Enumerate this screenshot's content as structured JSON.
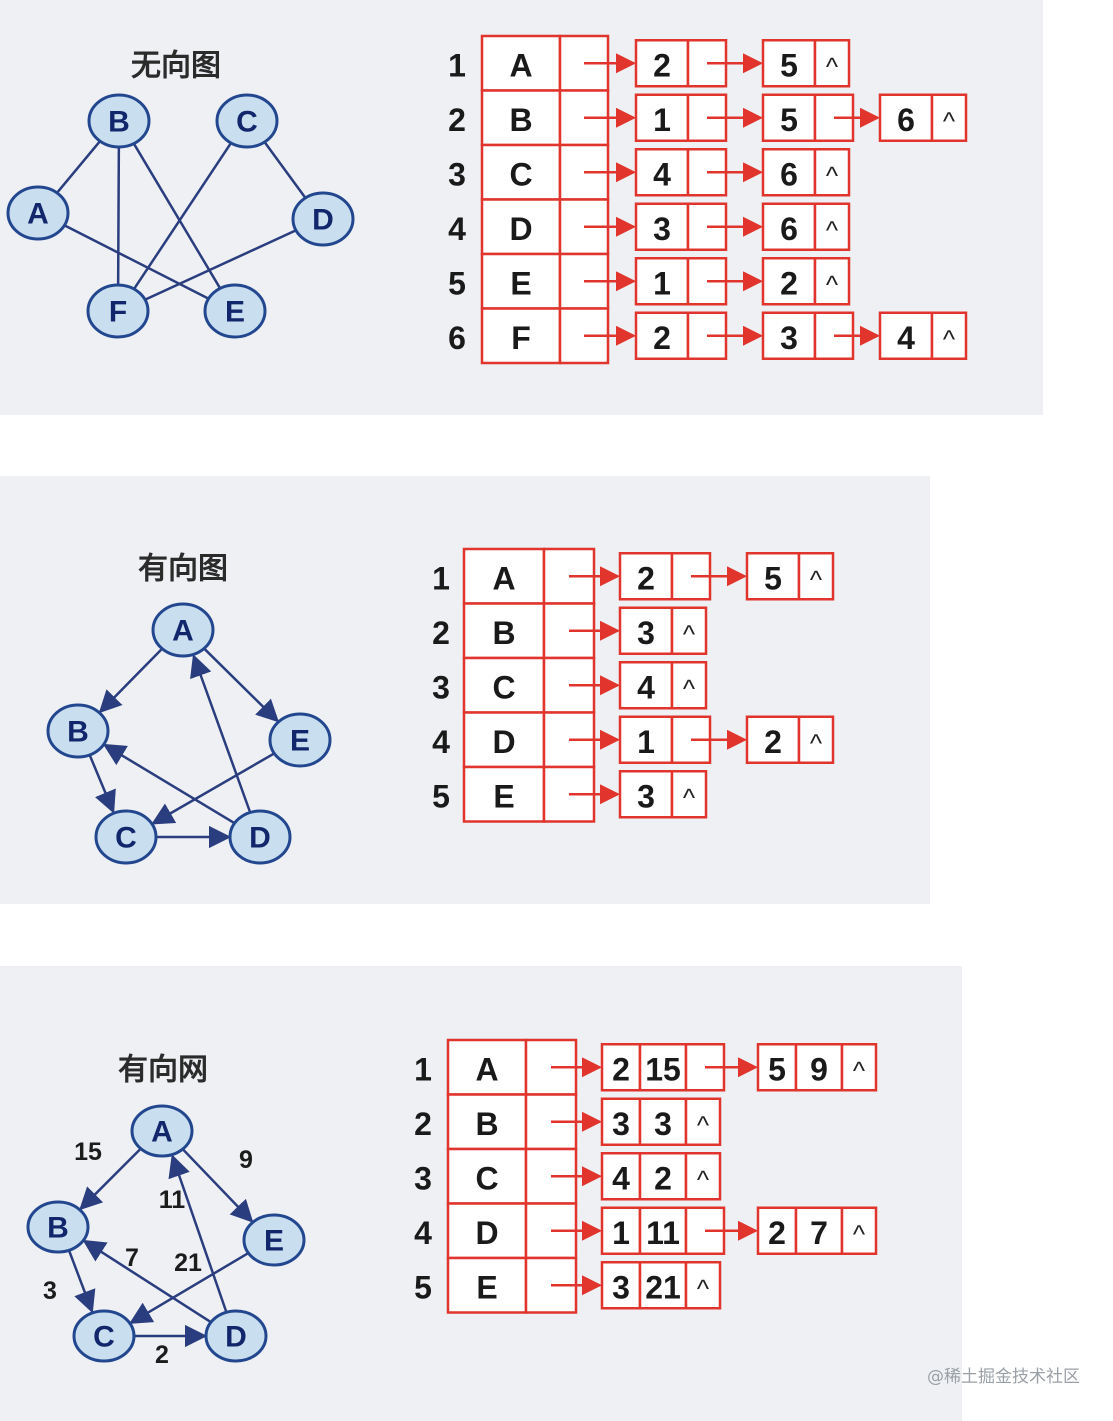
{
  "panels": [
    {
      "title": "无向图",
      "directed": false,
      "nodes": [
        "A",
        "B",
        "C",
        "D",
        "E",
        "F"
      ],
      "edges": [
        [
          "A",
          "B"
        ],
        [
          "A",
          "E"
        ],
        [
          "B",
          "F"
        ],
        [
          "B",
          "E"
        ],
        [
          "C",
          "F"
        ],
        [
          "C",
          "D"
        ],
        [
          "D",
          "F"
        ]
      ],
      "table": [
        {
          "index": "1",
          "vertex": "A",
          "adj": [
            {
              "v": "2"
            },
            {
              "v": "5"
            }
          ]
        },
        {
          "index": "2",
          "vertex": "B",
          "adj": [
            {
              "v": "1"
            },
            {
              "v": "5"
            },
            {
              "v": "6"
            }
          ]
        },
        {
          "index": "3",
          "vertex": "C",
          "adj": [
            {
              "v": "4"
            },
            {
              "v": "6"
            }
          ]
        },
        {
          "index": "4",
          "vertex": "D",
          "adj": [
            {
              "v": "3"
            },
            {
              "v": "6"
            }
          ]
        },
        {
          "index": "5",
          "vertex": "E",
          "adj": [
            {
              "v": "1"
            },
            {
              "v": "2"
            }
          ]
        },
        {
          "index": "6",
          "vertex": "F",
          "adj": [
            {
              "v": "2"
            },
            {
              "v": "3"
            },
            {
              "v": "4"
            }
          ]
        }
      ]
    },
    {
      "title": "有向图",
      "directed": true,
      "nodes": [
        "A",
        "B",
        "C",
        "D",
        "E"
      ],
      "edges": [
        [
          "A",
          "B"
        ],
        [
          "A",
          "E"
        ],
        [
          "B",
          "C"
        ],
        [
          "C",
          "D"
        ],
        [
          "D",
          "A"
        ],
        [
          "D",
          "B"
        ],
        [
          "E",
          "C"
        ]
      ],
      "table": [
        {
          "index": "1",
          "vertex": "A",
          "adj": [
            {
              "v": "2"
            },
            {
              "v": "5"
            }
          ]
        },
        {
          "index": "2",
          "vertex": "B",
          "adj": [
            {
              "v": "3"
            }
          ]
        },
        {
          "index": "3",
          "vertex": "C",
          "adj": [
            {
              "v": "4"
            }
          ]
        },
        {
          "index": "4",
          "vertex": "D",
          "adj": [
            {
              "v": "1"
            },
            {
              "v": "2"
            }
          ]
        },
        {
          "index": "5",
          "vertex": "E",
          "adj": [
            {
              "v": "3"
            }
          ]
        }
      ]
    },
    {
      "title": "有向网",
      "directed": true,
      "nodes": [
        "A",
        "B",
        "C",
        "D",
        "E"
      ],
      "edges": [
        [
          "A",
          "B",
          "15"
        ],
        [
          "A",
          "E",
          "9"
        ],
        [
          "B",
          "C",
          "3"
        ],
        [
          "C",
          "D",
          "2"
        ],
        [
          "D",
          "A",
          "11"
        ],
        [
          "D",
          "B",
          "7"
        ],
        [
          "E",
          "C",
          "21"
        ]
      ],
      "table": [
        {
          "index": "1",
          "vertex": "A",
          "adj": [
            {
              "v": "2",
              "w": "15"
            },
            {
              "v": "5",
              "w": "9"
            }
          ]
        },
        {
          "index": "2",
          "vertex": "B",
          "adj": [
            {
              "v": "3",
              "w": "3"
            }
          ]
        },
        {
          "index": "3",
          "vertex": "C",
          "adj": [
            {
              "v": "4",
              "w": "2"
            }
          ]
        },
        {
          "index": "4",
          "vertex": "D",
          "adj": [
            {
              "v": "1",
              "w": "11"
            },
            {
              "v": "2",
              "w": "7"
            }
          ]
        },
        {
          "index": "5",
          "vertex": "E",
          "adj": [
            {
              "v": "3",
              "w": "21"
            }
          ]
        }
      ]
    }
  ],
  "null_symbol": "^",
  "watermark": "@稀土掘金技术社区"
}
